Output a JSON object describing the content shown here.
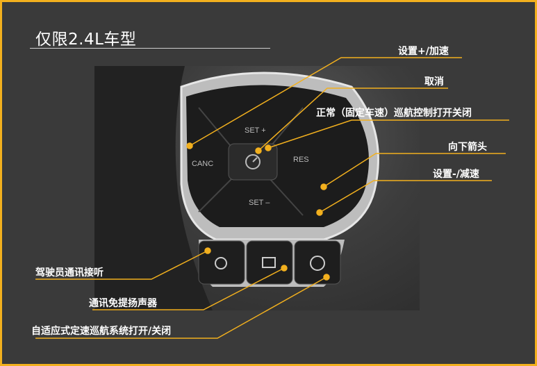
{
  "title": "仅限2.4L车型",
  "colors": {
    "accent": "#f2b01e",
    "background": "#3a3a3a",
    "text": "#ffffff"
  },
  "wheel_buttons": {
    "set_plus": "SET +",
    "canc": "CANC",
    "res": "RES",
    "set_minus": "SET –"
  },
  "callouts": [
    {
      "id": "set-plus",
      "label": "设置+/加速"
    },
    {
      "id": "cancel",
      "label": "取消"
    },
    {
      "id": "cruise-toggle",
      "label": "正常（固定车速）巡航控制打开关闭"
    },
    {
      "id": "down-arrow",
      "label": "向下箭头"
    },
    {
      "id": "set-minus",
      "label": "设置-/减速"
    },
    {
      "id": "voice",
      "label": "驾驶员通讯接听"
    },
    {
      "id": "handsfree",
      "label": "通讯免提扬声器"
    },
    {
      "id": "adaptive-cruise",
      "label": "自适应式定速巡航系统打开/关闭"
    }
  ]
}
